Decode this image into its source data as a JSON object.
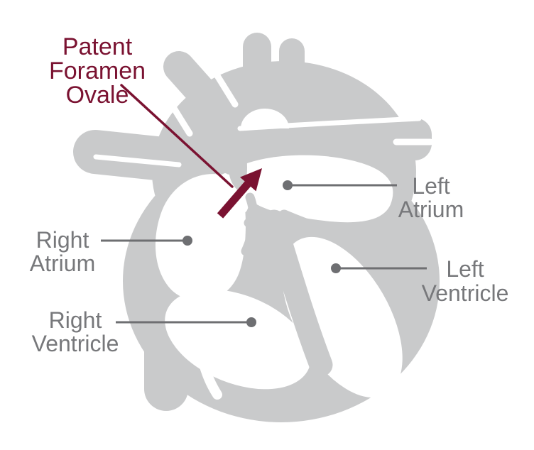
{
  "diagram": {
    "subject": "heart-cross-section",
    "callout": {
      "line1": "Patent",
      "line2": "Foramen",
      "line3": "Ovale",
      "pointer_style": "arrow",
      "color": "#7a1231"
    },
    "labels": {
      "right_atrium": {
        "line1": "Right",
        "line2": "Atrium"
      },
      "left_atrium": {
        "line1": "Left",
        "line2": "Atrium"
      },
      "right_ventricle": {
        "line1": "Right",
        "line2": "Ventricle"
      },
      "left_ventricle": {
        "line1": "Left",
        "line2": "Ventricle"
      }
    },
    "colors": {
      "heart_gray": "#c9cacb",
      "chamber_white": "#ffffff",
      "label_text_gray": "#77787b",
      "leader_line_gray": "#6e6f72",
      "accent_maroon": "#7a1231",
      "background": "#ffffff"
    }
  }
}
